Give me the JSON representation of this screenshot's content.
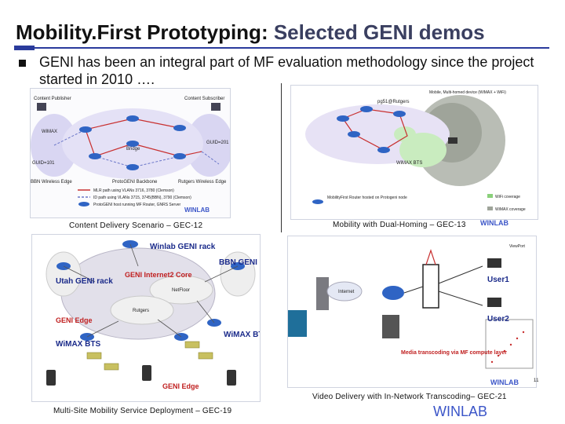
{
  "slide": {
    "title_main": "Mobility.First Prototyping:",
    "title_sub": "Selected GENI demos",
    "bullet": "GENI has been an integral part of MF evaluation methodology since the project started in 2010 …."
  },
  "demos": {
    "cdn": {
      "caption": "Content Delivery Scenario – GEC-12",
      "labels": {
        "publisher": "Content Publisher",
        "subscriber": "Content Subscriber",
        "wimax": "WiMAX",
        "bbn_edge": "BBN Wireless Edge",
        "backbone": "ProtoGENI Backbone",
        "rutgers_edge": "Rutgers Wireless Edge",
        "guid_101": "GUID=101",
        "guid_201": "GUID=201",
        "bridge": "Bridge"
      },
      "legend": [
        "MLR path using VLANs 3716, 3780 (Clemson)",
        "ID path using VLANs 3715, 3745(BBN), 3790 (Clemson)",
        "ProtoGENI host running MF Router, GNRS Server"
      ],
      "winlab": "WINLAB"
    },
    "dual": {
      "caption": "Mobility with Dual-Homing – GEC-13",
      "header": "Mobile, Multi-homed device (WiMAX + WiFi)",
      "legend": [
        "MobilityFirst Router hosted on Protogeni node",
        "WiFi coverage",
        "WiMAX coverage"
      ],
      "labels": {
        "wimax_bts": "WiMAX BTS",
        "rutgers": "pg51@Rutgers"
      },
      "winlab": "WINLAB"
    },
    "multisite": {
      "caption": "Multi-Site Mobility Service Deployment – GEC-19",
      "labels": {
        "winlab_rack": "Winlab GENI rack",
        "bbn_rack": "BBN GENI rack",
        "utah_rack": "Utah GENI rack",
        "core": "GENI Internet2 Core",
        "rutgers": "Rutgers",
        "netfloor": "NetFloor",
        "geni_edge_left": "GENI Edge",
        "geni_edge_bottom": "GENI Edge",
        "wimax_left": "WiMAX BTS",
        "wimax_right": "WiMAX BTS"
      }
    },
    "transcode": {
      "caption": "Video Delivery with In-Network Transcoding– GEC-21",
      "labels": {
        "user1": "User1",
        "user2": "User2",
        "transcoding": "Media transcoding via MF compute layer",
        "internet": "Internet",
        "viewpoint": "ViewPort"
      },
      "winlab": "WINLAB",
      "page_number": "11"
    }
  },
  "footer": {
    "winlab": "WINLAB"
  }
}
